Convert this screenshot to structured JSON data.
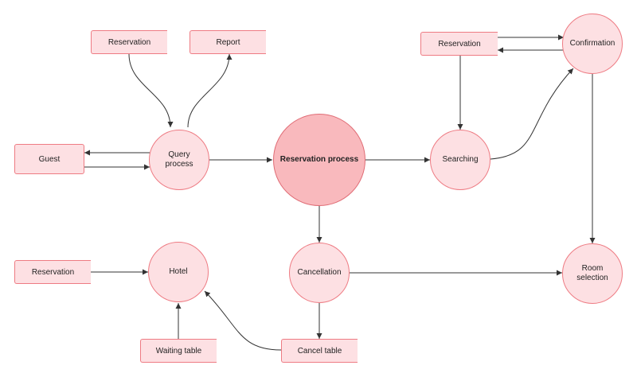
{
  "colors": {
    "node_fill": "#fde0e3",
    "node_border": "#ee7b83",
    "main_fill": "#f9b9bd",
    "edge": "#333333"
  },
  "nodes": {
    "reservation_top_left": "Reservation",
    "report": "Report",
    "guest": "Guest",
    "query_process": "Query process",
    "reservation_process": "Reservation process",
    "reservation_top_right": "Reservation",
    "confirmation": "Confirmation",
    "searching": "Searching",
    "cancellation": "Cancellation",
    "room_selection": "Room selection",
    "reservation_bottom_left": "Reservation",
    "hotel": "Hotel",
    "waiting_table": "Waiting table",
    "cancel_table": "Cancel table"
  }
}
